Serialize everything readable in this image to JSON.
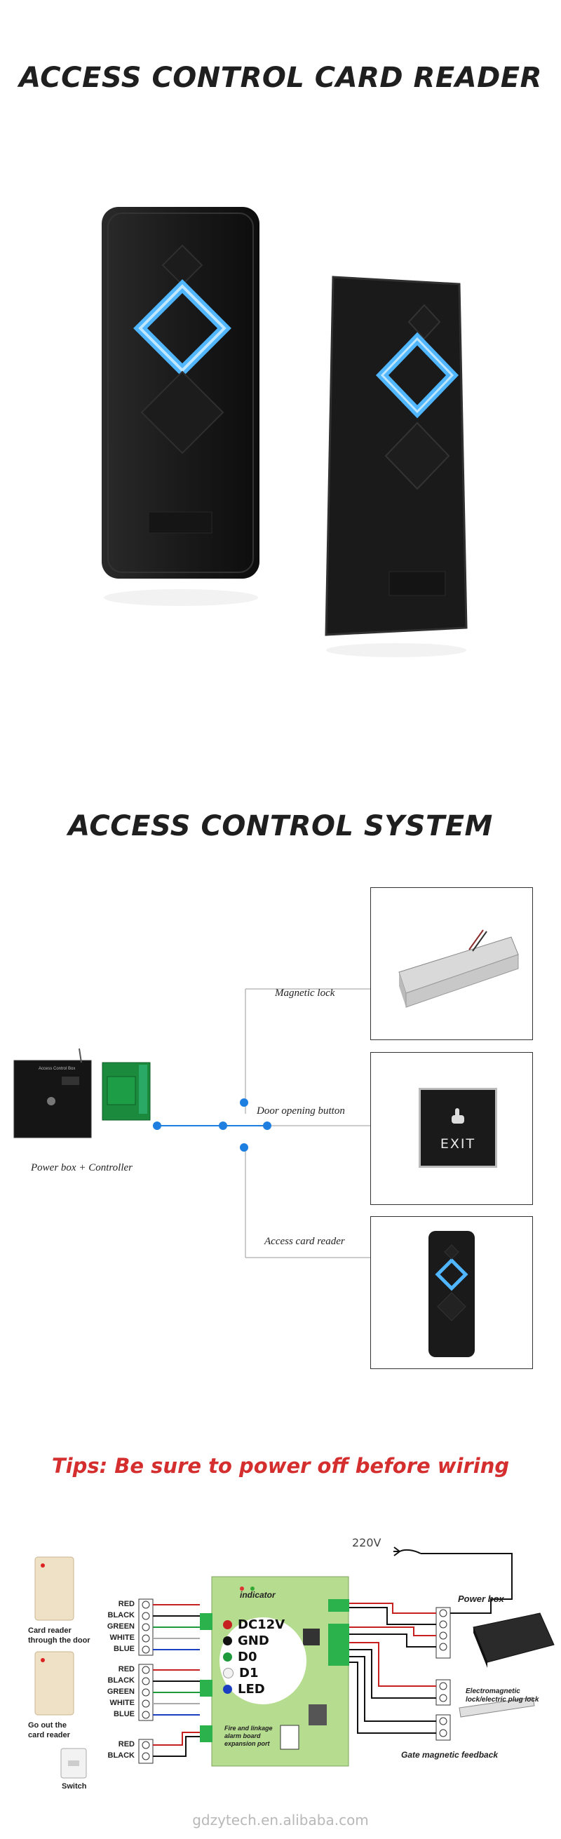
{
  "section1": {
    "title": "ACCESS CONTROL CARD READER"
  },
  "section2": {
    "title": "ACCESS CONTROL SYSTEM",
    "controller_label": "Power box + Controller",
    "controller_box_text": "Access Control Box",
    "devices": [
      {
        "label": "Magnetic lock"
      },
      {
        "label": "Door opening button",
        "button_text": "EXIT"
      },
      {
        "label": "Access card reader"
      }
    ]
  },
  "section3": {
    "tips": "Tips: Be sure to power off before wiring",
    "voltage": "220V",
    "indicator_label": "indicator",
    "reader_in_label": "Card reader\nthrough the door",
    "reader_out_label": "Go out the\ncard reader",
    "switch_label": "Switch",
    "wires_in": [
      "RED",
      "BLACK",
      "GREEN",
      "WHITE",
      "BLUE"
    ],
    "wires_out": [
      "RED",
      "BLACK",
      "GREEN",
      "WHITE",
      "BLUE"
    ],
    "wires_switch": [
      "RED",
      "BLACK"
    ],
    "legend": [
      {
        "label": "DC12V",
        "color": "#c62020"
      },
      {
        "label": "GND",
        "color": "#111111"
      },
      {
        "label": "D0",
        "color": "#1e9a3c"
      },
      {
        "label": "D1",
        "color": "#f2f2f2"
      },
      {
        "label": "LED",
        "color": "#1a3fc0"
      }
    ],
    "expansion_label": "Fire and linkage\nalarm board\nexpansion port",
    "power_box_label": "Power box",
    "lock_label": "Electromagnetic\nlock/electric plug lock",
    "feedback_label": "Gate magnetic feedback"
  },
  "watermark": "gdzytech.en.alibaba.com",
  "colors": {
    "accent": "#1f7fe0",
    "tips": "#d52e2e",
    "board": "#b6dc8f",
    "led": "#4fb6ff"
  }
}
